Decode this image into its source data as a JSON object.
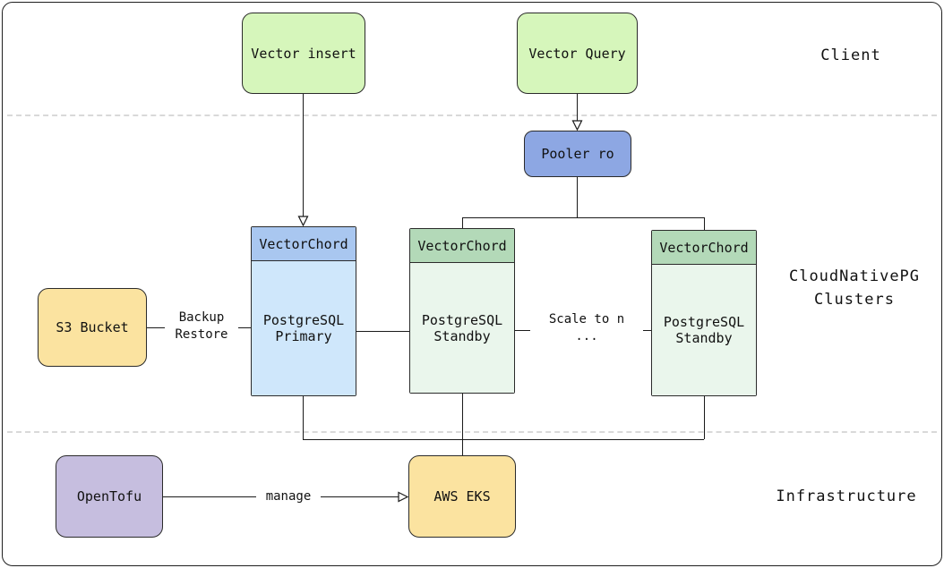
{
  "diagram": {
    "sections": {
      "client": {
        "label": "Client"
      },
      "clusters": {
        "label": "CloudNativePG\nClusters"
      },
      "infrastructure": {
        "label": "Infrastructure"
      }
    },
    "nodes": {
      "vector_insert": {
        "label": "Vector insert",
        "fill": "#d6f6bb"
      },
      "vector_query": {
        "label": "Vector Query",
        "fill": "#d6f6bb"
      },
      "pooler_ro": {
        "label": "Pooler ro",
        "fill": "#8da7e3"
      },
      "primary": {
        "header": "VectorChord",
        "label": "PostgreSQL\nPrimary",
        "header_fill": "#a9c7f0",
        "body_fill": "#cfe7fb"
      },
      "standby_1": {
        "header": "VectorChord",
        "label": "PostgreSQL\nStandby",
        "header_fill": "#b3d9b8",
        "body_fill": "#eaf6ec"
      },
      "standby_2": {
        "header": "VectorChord",
        "label": "PostgreSQL\nStandby",
        "header_fill": "#b3d9b8",
        "body_fill": "#eaf6ec"
      },
      "s3_bucket": {
        "label": "S3 Bucket",
        "fill": "#fbe3a0"
      },
      "opentofu": {
        "label": "OpenTofu",
        "fill": "#c6bedf"
      },
      "aws_eks": {
        "label": "AWS EKS",
        "fill": "#fbe3a0"
      }
    },
    "edges": {
      "backup_restore": {
        "label": "Backup\nRestore"
      },
      "scale_to_n": {
        "label": "Scale to n\n..."
      },
      "manage": {
        "label": "manage"
      }
    }
  }
}
